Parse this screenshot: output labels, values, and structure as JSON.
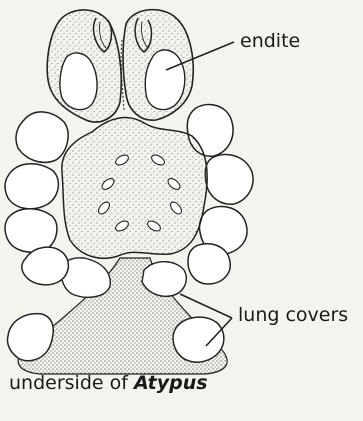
{
  "labels": {
    "endite": "endite",
    "lung_covers": "lung covers"
  },
  "caption": {
    "prefix": "underside of",
    "genus": "Atypus"
  },
  "colors": {
    "ink": "#1a1a1a",
    "paper": "#f4f4ef",
    "plate": "#ffffff"
  }
}
